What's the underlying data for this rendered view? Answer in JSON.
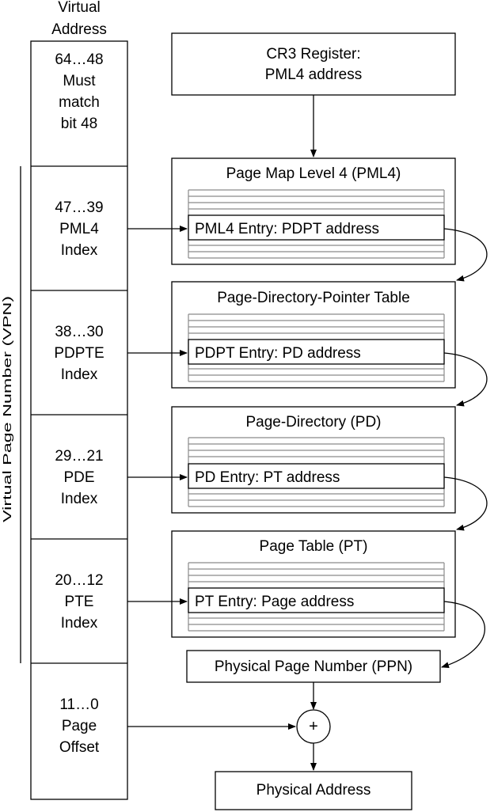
{
  "va_header": "Virtual\nAddress",
  "segments": [
    {
      "label": "64…48\nMust\nmatch\nbit 48"
    },
    {
      "label": "47…39\nPML4\nIndex"
    },
    {
      "label": "38…30\nPDPTE\nIndex"
    },
    {
      "label": "29…21\nPDE\nIndex"
    },
    {
      "label": "20…12\nPTE\nIndex"
    },
    {
      "label": "11…0\nPage\nOffset"
    }
  ],
  "vpn_label": "Virtual Page Number (VPN)",
  "cr3": "CR3 Register:\nPML4 address",
  "tables": [
    {
      "title": "Page Map Level 4 (PML4)",
      "entry": "PML4 Entry: PDPT address"
    },
    {
      "title": "Page-Directory-Pointer Table",
      "entry": "PDPT Entry: PD address"
    },
    {
      "title": "Page-Directory (PD)",
      "entry": "PD Entry: PT address"
    },
    {
      "title": "Page Table (PT)",
      "entry": "PT Entry: Page address"
    }
  ],
  "ppn": "Physical Page Number (PPN)",
  "adder": "+",
  "physical_address": "Physical Address",
  "colors": {
    "stroke": "#000000",
    "row_lines": "#8a8a8a"
  }
}
